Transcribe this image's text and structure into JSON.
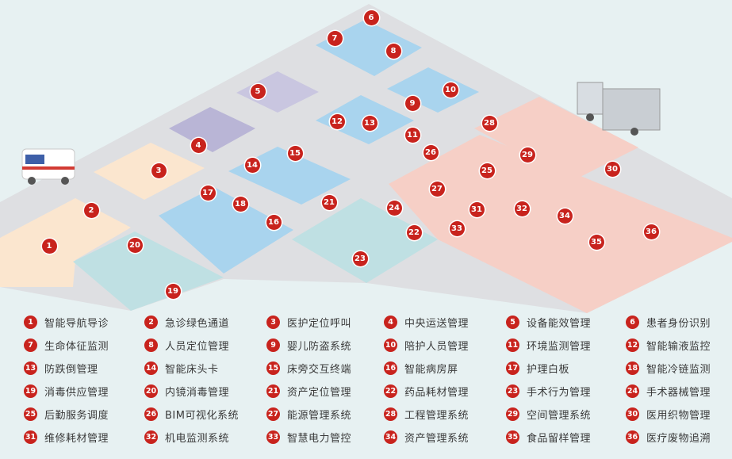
{
  "legend": {
    "items": [
      {
        "num": "1",
        "label": "智能导航导诊"
      },
      {
        "num": "2",
        "label": "急诊绿色通道"
      },
      {
        "num": "3",
        "label": "医护定位呼叫"
      },
      {
        "num": "4",
        "label": "中央运送管理"
      },
      {
        "num": "5",
        "label": "设备能效管理"
      },
      {
        "num": "6",
        "label": "患者身份识别"
      },
      {
        "num": "7",
        "label": "生命体征监测"
      },
      {
        "num": "8",
        "label": "人员定位管理"
      },
      {
        "num": "9",
        "label": "婴儿防盗系统"
      },
      {
        "num": "10",
        "label": "陪护人员管理"
      },
      {
        "num": "11",
        "label": "环境监测管理"
      },
      {
        "num": "12",
        "label": "智能输液监控"
      },
      {
        "num": "13",
        "label": "防跌倒管理"
      },
      {
        "num": "14",
        "label": "智能床头卡"
      },
      {
        "num": "15",
        "label": "床旁交互终端"
      },
      {
        "num": "16",
        "label": "智能病房屏"
      },
      {
        "num": "17",
        "label": "护理白板"
      },
      {
        "num": "18",
        "label": "智能冷链监测"
      },
      {
        "num": "19",
        "label": "消毒供应管理"
      },
      {
        "num": "20",
        "label": "内镜消毒管理"
      },
      {
        "num": "21",
        "label": "资产定位管理"
      },
      {
        "num": "22",
        "label": "药品耗材管理"
      },
      {
        "num": "23",
        "label": "手术行为管理"
      },
      {
        "num": "24",
        "label": "手术器械管理"
      },
      {
        "num": "25",
        "label": "后勤服务调度"
      },
      {
        "num": "26",
        "label": "BIM可视化系统"
      },
      {
        "num": "27",
        "label": "能源管理系统"
      },
      {
        "num": "28",
        "label": "工程管理系统"
      },
      {
        "num": "29",
        "label": "空间管理系统"
      },
      {
        "num": "30",
        "label": "医用织物管理"
      },
      {
        "num": "31",
        "label": "维修耗材管理"
      },
      {
        "num": "32",
        "label": "机电监测系统"
      },
      {
        "num": "33",
        "label": "智慧电力管控"
      },
      {
        "num": "34",
        "label": "资产管理系统"
      },
      {
        "num": "35",
        "label": "食品留样管理"
      },
      {
        "num": "36",
        "label": "医疗废物追溯"
      }
    ]
  },
  "colors": {
    "marker": "#c8231d",
    "orange_zone": "#fbe6cf",
    "blue_zone": "#a9d4ee",
    "teal_zone": "#bfe0e3",
    "pink_zone": "#f6cfc6",
    "purple_zone": "#b9b5d6"
  }
}
